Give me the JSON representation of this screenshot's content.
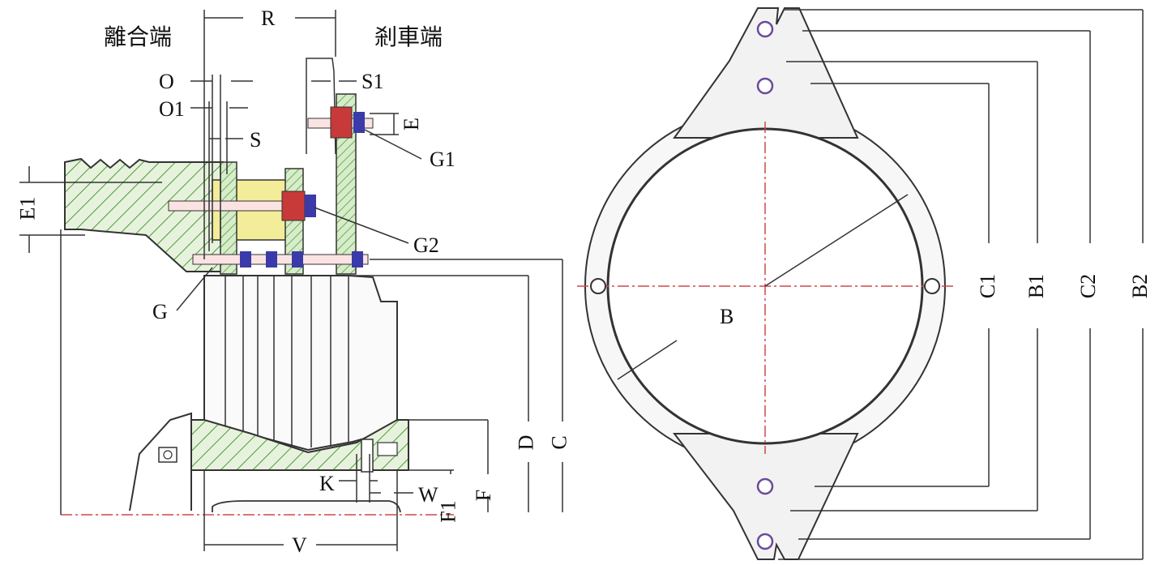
{
  "labels": {
    "clutch_side": "離合端",
    "brake_side": "剎車端",
    "R": "R",
    "O": "O",
    "O1": "O1",
    "S": "S",
    "S1": "S1",
    "E": "E",
    "E1": "E1",
    "G": "G",
    "G1": "G1",
    "G2": "G2",
    "D": "D",
    "C": "C",
    "F": "F",
    "F1": "F1",
    "K": "K",
    "W": "W",
    "V": "V",
    "B": "B",
    "C1": "C1",
    "B1": "B1",
    "C2": "C2",
    "B2": "B2"
  },
  "colors": {
    "line": "#333333",
    "hatch_green": "#4a9a3a",
    "fill_green": "#d7ecc9",
    "fill_yellow": "#f3ec98",
    "bolt_red": "#c83a3a",
    "bolt_blue": "#3a3aa8",
    "center_red": "#d04848",
    "arm_gray": "#f2f2f2"
  }
}
